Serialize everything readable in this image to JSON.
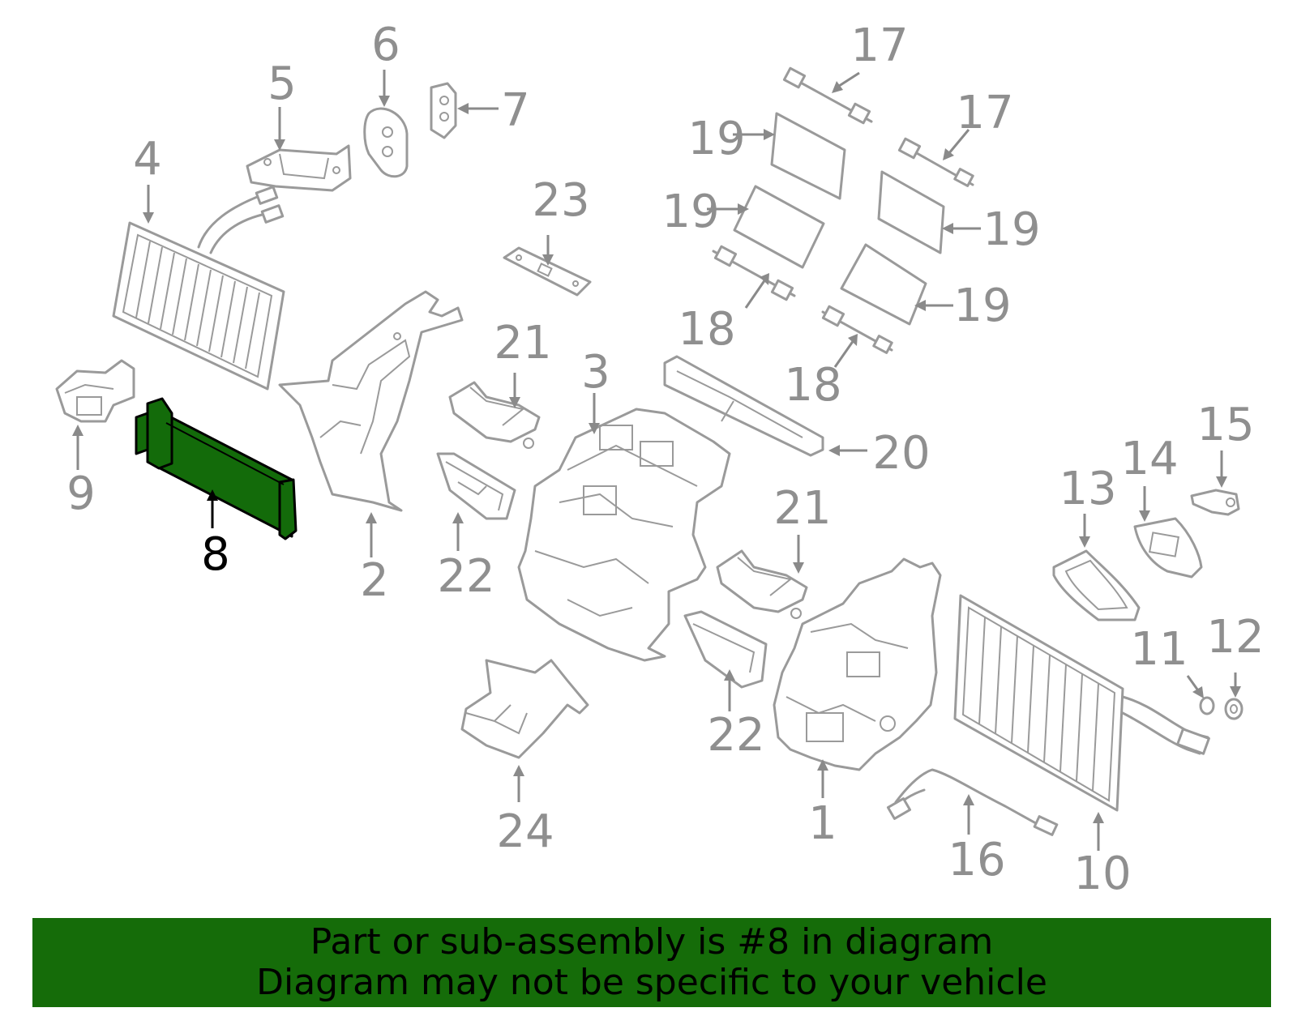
{
  "callouts": [
    {
      "id": "1",
      "text": "1"
    },
    {
      "id": "2",
      "text": "2"
    },
    {
      "id": "3",
      "text": "3"
    },
    {
      "id": "4",
      "text": "4"
    },
    {
      "id": "5",
      "text": "5"
    },
    {
      "id": "6",
      "text": "6"
    },
    {
      "id": "7",
      "text": "7"
    },
    {
      "id": "8",
      "text": "8"
    },
    {
      "id": "9",
      "text": "9"
    },
    {
      "id": "10",
      "text": "10"
    },
    {
      "id": "11",
      "text": "11"
    },
    {
      "id": "12",
      "text": "12"
    },
    {
      "id": "13",
      "text": "13"
    },
    {
      "id": "14",
      "text": "14"
    },
    {
      "id": "15",
      "text": "15"
    },
    {
      "id": "16",
      "text": "16"
    },
    {
      "id": "17",
      "text": "17"
    },
    {
      "id": "18",
      "text": "18"
    },
    {
      "id": "19",
      "text": "19"
    },
    {
      "id": "20",
      "text": "20"
    },
    {
      "id": "21",
      "text": "21"
    },
    {
      "id": "22",
      "text": "22"
    },
    {
      "id": "23",
      "text": "23"
    },
    {
      "id": "24",
      "text": "24"
    }
  ],
  "highlighted_part": "8",
  "colors": {
    "highlight": "#136b0a",
    "banner": "#156c09",
    "line": "#9a9a9a"
  },
  "banner": {
    "line1": "Part or sub-assembly is #8 in diagram",
    "line2": "Diagram may not be specific to your vehicle"
  }
}
